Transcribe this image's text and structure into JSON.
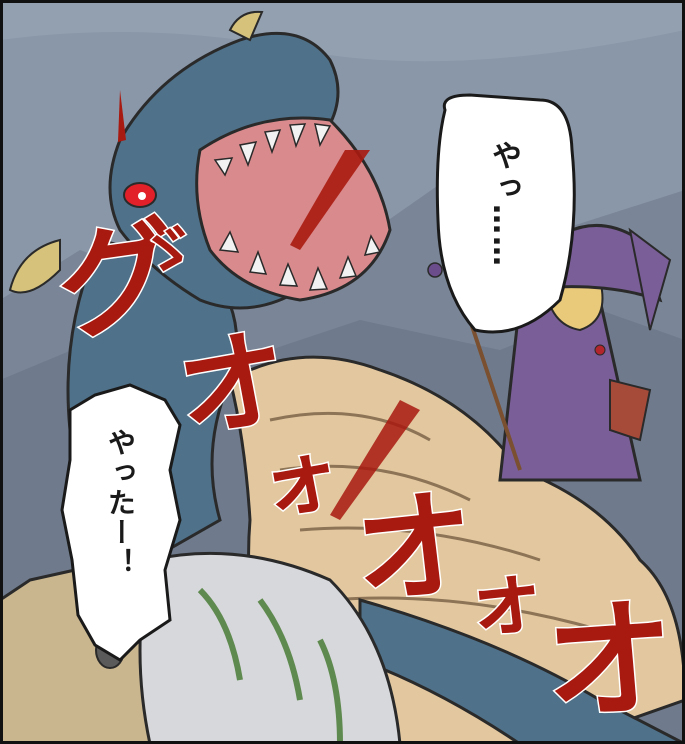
{
  "colors": {
    "sky": "#8a97a8",
    "mountains": "#6f7b8d",
    "dragon_skin": "#4f7189",
    "dragon_belly": "#e3c89f",
    "dragon_mouth": "#d98a8c",
    "dragon_eye": "#e1202a",
    "witch_robe": "#7a5e97",
    "witch_hair": "#e9c97a",
    "knight_armor": "#d7d8dc",
    "armor_trim": "#5f8a4f",
    "sfx_red": "#a8190f",
    "bubble": "#ffffff"
  },
  "speech": {
    "witch": "やっ……",
    "knight": "やったー！"
  },
  "sfx": {
    "gu": "グ",
    "dakuten": "ゞ",
    "o1": "オ",
    "o2": "ォ",
    "o3": "オ",
    "o4": "ォ",
    "o5": "オ"
  }
}
